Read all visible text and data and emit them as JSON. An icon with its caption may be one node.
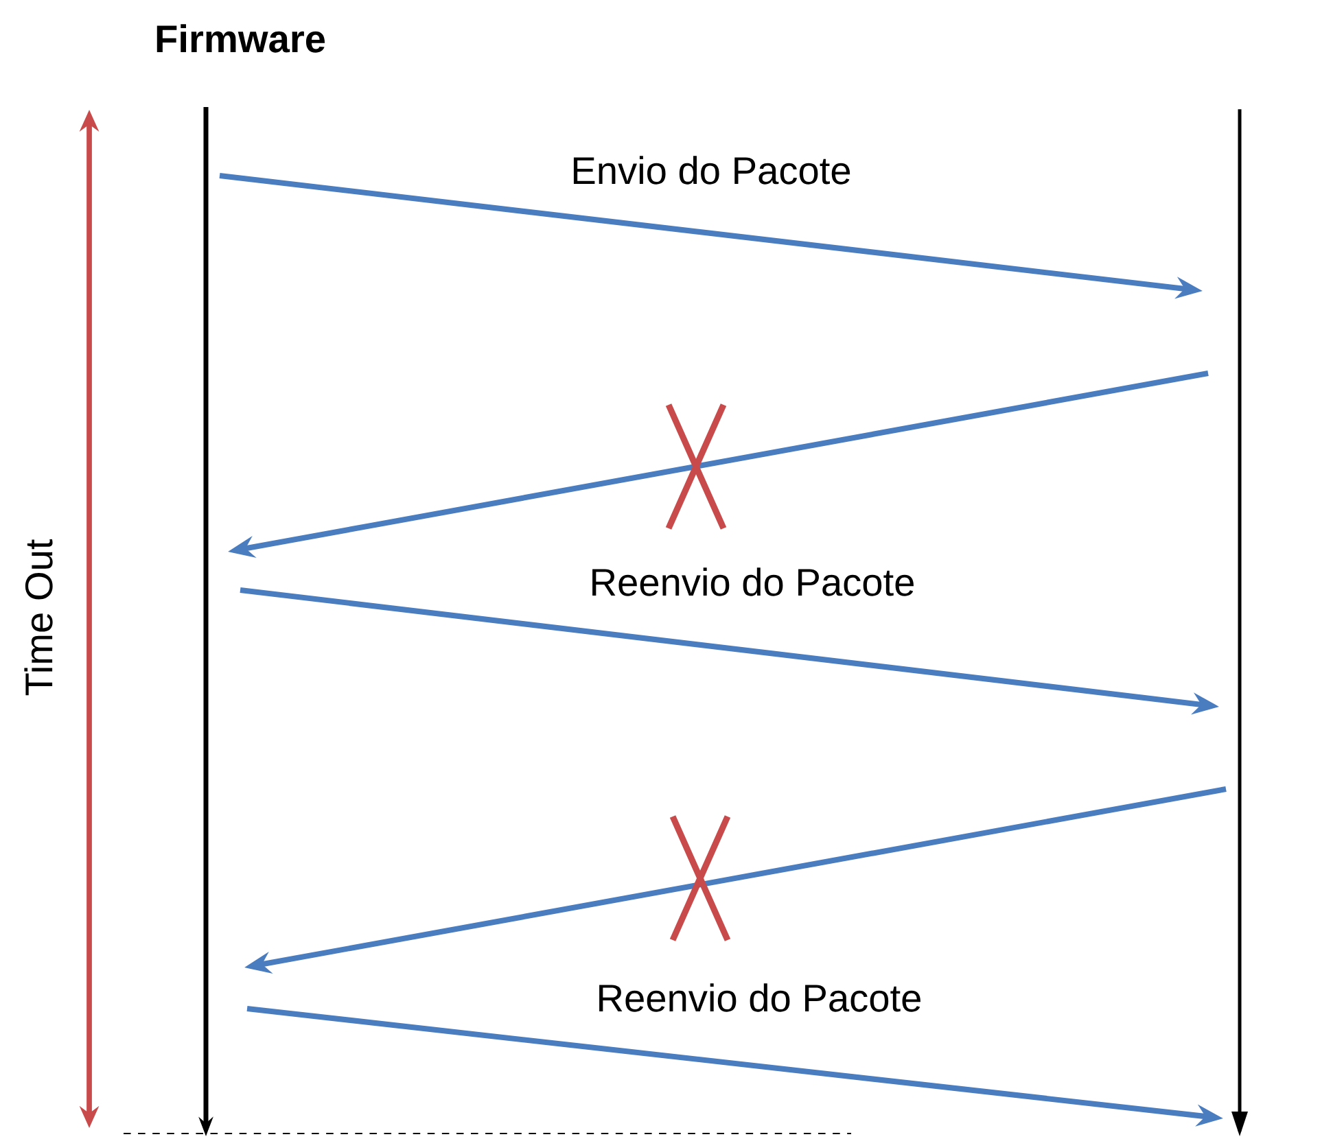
{
  "diagram": {
    "nodes": [
      {
        "text": [
          "Firmware"
        ]
      },
      {
        "text": [],
        "shape": "bar"
      }
    ],
    "edges": [
      {
        "from": 0,
        "to": 1,
        "arrow": "to",
        "label": "Envio do Pacote"
      },
      {
        "from": 1,
        "to": 0,
        "arrow": "to"
      },
      {
        "from": 0,
        "to": 1,
        "arrow": "to",
        "label": "Reenvio do Pacote"
      },
      {
        "from": 1,
        "to": 0,
        "arrow": "to"
      },
      {
        "from": 0,
        "to": 1,
        "arrow": "to",
        "label": "Reenvio do Pacote"
      }
    ],
    "labels": [
      "Time Out"
    ]
  }
}
